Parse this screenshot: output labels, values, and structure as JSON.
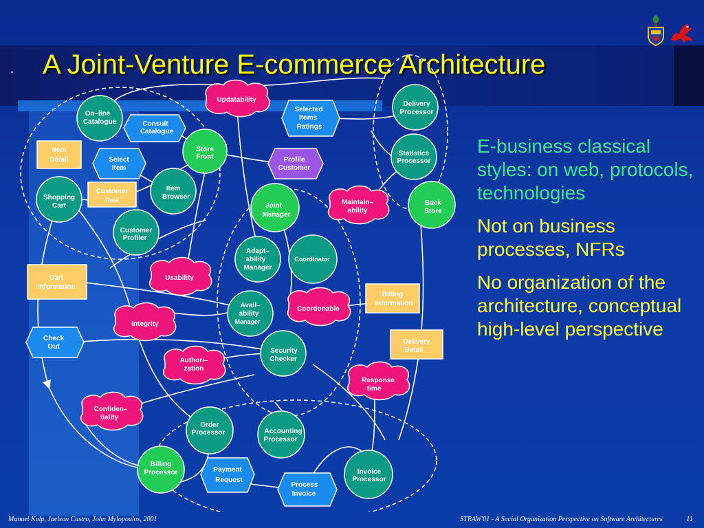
{
  "slide": {
    "title": "A Joint-Venture E-commerce Architecture",
    "bullet": "▫"
  },
  "diagram": {
    "nodes": {
      "online_catalogue": [
        "On–line",
        "Catalogue"
      ],
      "consult_catalogue": [
        "Consult",
        "Catalogue"
      ],
      "item_detail": [
        "Item",
        "Detail"
      ],
      "select_item": [
        "Select",
        "Item"
      ],
      "store_front": [
        "Store",
        "Front"
      ],
      "selected_items": [
        "Selected",
        "Items",
        "Ratings"
      ],
      "delivery_processor": [
        "Delivery",
        "Processor"
      ],
      "shopping_cart": [
        "Shopping",
        "Cart"
      ],
      "customer_data": [
        "Customer",
        "Data"
      ],
      "item_browser": [
        "Item",
        "Browser"
      ],
      "profile_customer": [
        "Profile",
        "Customer"
      ],
      "statistics_processor": [
        "Statistics",
        "Processor"
      ],
      "customer_profiler": [
        "Customer",
        "Profiler"
      ],
      "joint_manager": [
        "Joint",
        "Manager"
      ],
      "back_store": [
        "Back",
        "Store"
      ],
      "cart_information": [
        "Cart",
        "Information"
      ],
      "adaptability_manager": [
        "Adapt–",
        "ability",
        "Manager"
      ],
      "coordinator": [
        "Coordinator"
      ],
      "billing_information": [
        "Billing",
        "Information"
      ],
      "check_out": [
        "Check",
        "Out"
      ],
      "availability_manager": [
        "Avail–",
        "ability",
        "Manager"
      ],
      "security_checker": [
        "Security",
        "Checker"
      ],
      "delivery_detail": [
        "Delivery",
        "Detail"
      ],
      "order_processor": [
        "Order",
        "Processor"
      ],
      "accounting_processor": [
        "Accounting",
        "Processor"
      ],
      "billing_processor": [
        "Billing",
        "Processor"
      ],
      "payment_request": [
        "Payment",
        "Request"
      ],
      "process_invoice": [
        "Process",
        "Invoice"
      ],
      "invoice_processor": [
        "Invoice",
        "Processor"
      ]
    },
    "softgoals": {
      "updatability": [
        "Updatability"
      ],
      "maintainability": [
        "Maintain–",
        "ability"
      ],
      "usability": [
        "Usability"
      ],
      "coordonable": [
        "Coordonable"
      ],
      "integrity": [
        "Integrity"
      ],
      "authorization": [
        "Authori–",
        "zation"
      ],
      "response_time": [
        "Response",
        "time"
      ],
      "confidentiality": [
        "Confiden–",
        "tiality"
      ]
    },
    "colors": {
      "actor_teal": "#0b9a84",
      "actor_green": "#22cc55",
      "goal_blue": "#1a8cf0",
      "goal_purple": "#9a55e6",
      "resource_orange": "#ffcc66",
      "softgoal_pink": "#f0157a"
    }
  },
  "right_panel": {
    "paragraphs": [
      "E-business classical styles: on web, protocols, technologies",
      "Not on business processes, NFRs",
      "No organization of the architecture, conceptual high-level perspective"
    ]
  },
  "footer": {
    "authors": "Manuel Kolp, Jaelson Castro, John Mylopoulos, 2001",
    "conference": "STRAW'01 - A Social Organization Perspective on Software Architectures",
    "page": "11"
  }
}
